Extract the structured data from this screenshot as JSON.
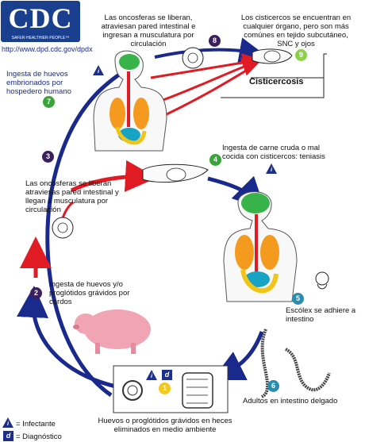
{
  "logo": {
    "text": "CDC",
    "tagline": "SAFER·HEALTHIER·PEOPLE™",
    "url": "http://www.dpd.cdc.gov/dpdx"
  },
  "steps": {
    "s1": {
      "num": "1",
      "text": "Huevos o proglótidos grávidos en heces eliminados en medio ambiente"
    },
    "s2": {
      "num": "2",
      "text": "Ingesta de huevos y/o proglótidos grávidos por cerdos"
    },
    "s3": {
      "num": "3",
      "text": "Las oncosferas se liberan atraviesas pared intestinal y llegan a musculatura por circulación"
    },
    "s4": {
      "num": "4",
      "text": "Ingesta de carne cruda o mal cocida con cisticercos: teniasis"
    },
    "s5": {
      "num": "5",
      "text": "Escólex se adhiere a intestino"
    },
    "s6": {
      "num": "6",
      "text": "Adultos en intestino delgado"
    },
    "s7": {
      "num": "7",
      "text": "Ingesta de huevos embrionados por hospedero humano"
    },
    "s8": {
      "num": "8",
      "text": "Las oncosferas se liberan, atraviesan pared intestinal e ingresan a musculatura por circulación"
    },
    "s9": {
      "num": "9",
      "text": "Los cisticercos se encuentran en cualquier órgano, pero son más comúnes en tejido subcutáneo, SNC y ojos"
    }
  },
  "cisticercosis_label": "Cisticercosis",
  "legend": {
    "infective_symbol": "i",
    "infective_label": "= Infectante",
    "diagnostic_symbol": "d",
    "diagnostic_label": "= Diagnóstico"
  },
  "colors": {
    "blue_arrow": "#1a2a8c",
    "red_arrow": "#e01b24",
    "badge_purple": "#3b1f5e",
    "badge_green": "#3aa33a",
    "badge_teal": "#2a8db0",
    "badge_yellow": "#f2c81e",
    "logo_blue": "#1a3f8f",
    "pig_pink": "#f1a4b4"
  }
}
